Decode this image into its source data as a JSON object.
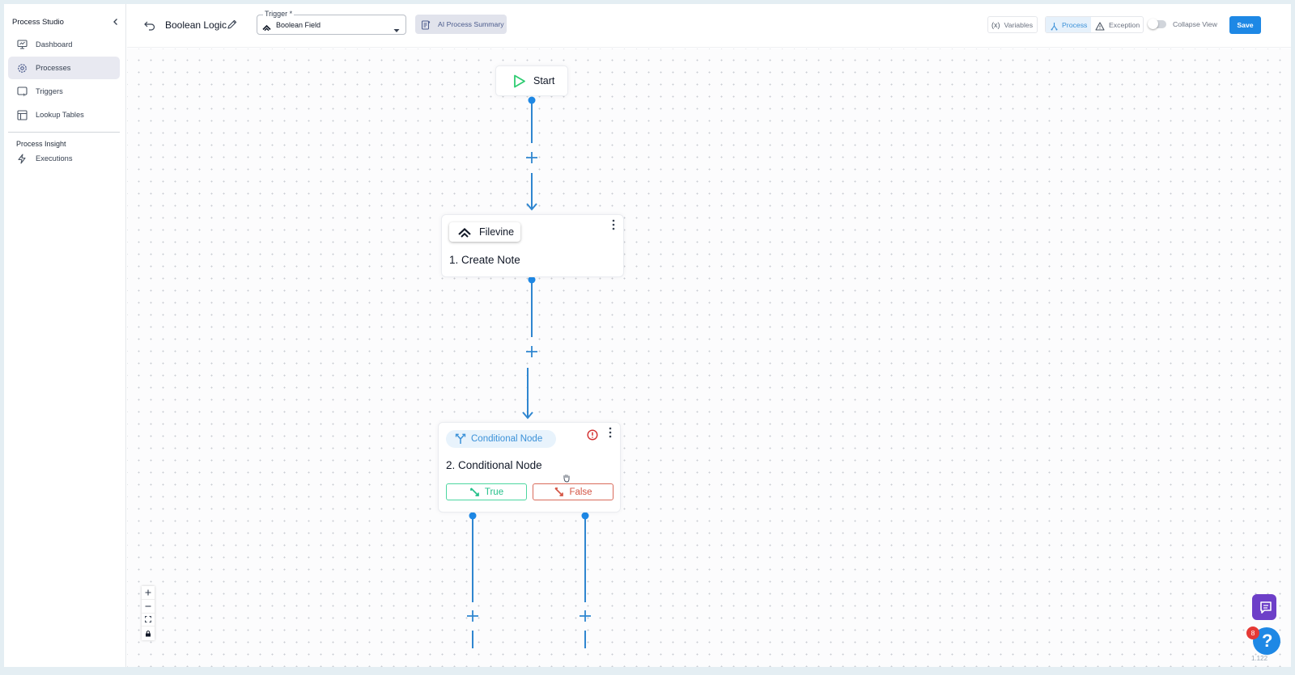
{
  "sidebar": {
    "title": "Process Studio",
    "collapse_icon": "chevron-left-icon",
    "items": [
      {
        "label": "Dashboard",
        "icon": "monitor-icon",
        "active": false
      },
      {
        "label": "Processes",
        "icon": "gear-icon",
        "active": true
      },
      {
        "label": "Triggers",
        "icon": "trigger-icon",
        "active": false
      },
      {
        "label": "Lookup Tables",
        "icon": "table-icon",
        "active": false
      }
    ],
    "section_title": "Process Insight",
    "insight_items": [
      {
        "label": "Executions",
        "icon": "lightning-icon"
      }
    ]
  },
  "toolbar": {
    "process_name": "Boolean Logic",
    "trigger_label": "Trigger *",
    "trigger_value": "Boolean Field",
    "ai_summary_label": "AI Process Summary",
    "variables_icon_text": "(x)",
    "variables_label": "Variables",
    "process_label": "Process",
    "exception_label": "Exception",
    "collapse_label": "Collapse View",
    "save_label": "Save"
  },
  "canvas": {
    "start_node": {
      "label": "Start"
    },
    "action_node": {
      "app_label": "Filevine",
      "title": "1. Create Note"
    },
    "conditional_node": {
      "badge_label": "Conditional Node",
      "title": "2. Conditional Node",
      "true_label": "True",
      "false_label": "False"
    },
    "zoom_controls": [
      "plus-icon",
      "minus-icon",
      "fit-view-icon",
      "lock-icon"
    ]
  },
  "help": {
    "notification_count": "8",
    "version": "1.122"
  },
  "colors": {
    "accent": "#1e88e5",
    "edge": "#2f86d0",
    "true_green": "#24c08a",
    "false_red": "#d45545",
    "start_green": "#2ecc71",
    "warning_red": "#d32f2f",
    "help_purple": "#6d3fc8"
  }
}
